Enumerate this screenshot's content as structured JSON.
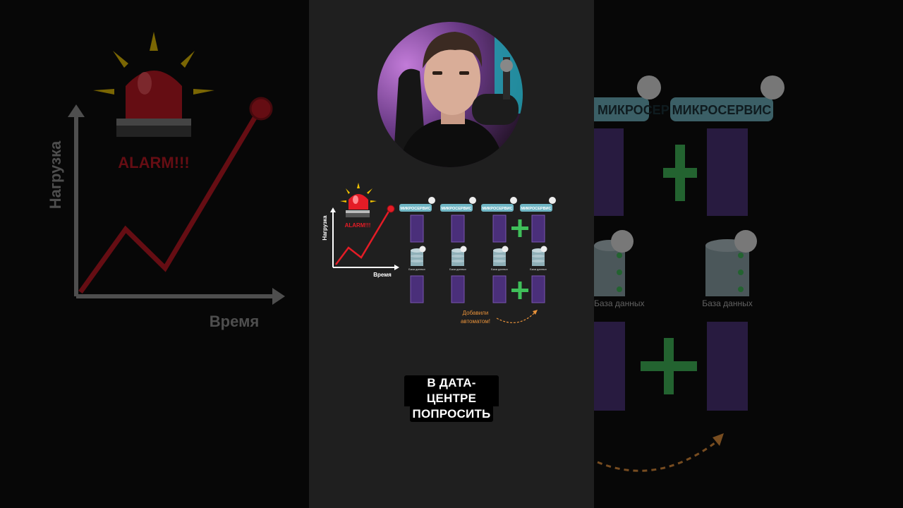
{
  "left_panel": {
    "alarm_label": "ALARM!!!",
    "y_axis_label": "Нагрузка",
    "x_axis_label": "Время"
  },
  "right_panel": {
    "service_label_1": "МИКРОСЕРВИС",
    "service_label_2": "МИКРОСЕРВИС",
    "db_label_1": "База данных",
    "db_label_2": "База данных"
  },
  "diagram": {
    "alarm_label": "ALARM!!!",
    "y_axis_label": "Нагрузка",
    "x_axis_label": "Время",
    "service_labels": [
      "МИКРОСЕРВИС",
      "МИКРОСЕРВИС",
      "МИКРОСЕРВИС",
      "МИКРОСЕРВИС"
    ],
    "db_labels": [
      "База данных",
      "База данных",
      "База данных",
      "База данных"
    ],
    "note_line1": "Добавили",
    "note_line2": "автоматом!"
  },
  "caption": {
    "line1": "В ДАТА-ЦЕНТРЕ",
    "line2": "ПОПРОСИТЬ"
  },
  "colors": {
    "alarm_red": "#c81d25",
    "plus_green": "#3fbf5a",
    "service_badge": "#6fb6c4",
    "server_purple": "#4a2f7a",
    "note_orange": "#e8923a"
  }
}
